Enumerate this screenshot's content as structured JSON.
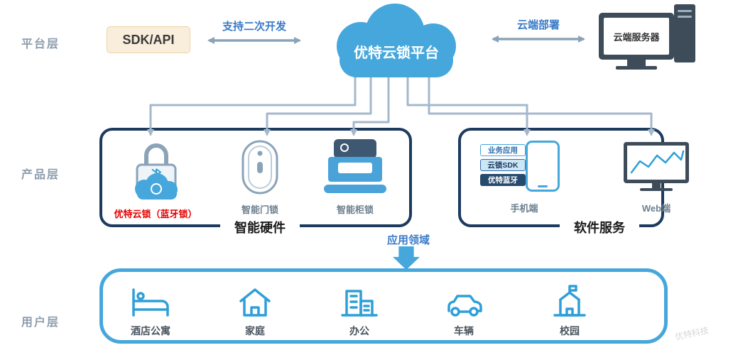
{
  "layers": {
    "platform": "平台层",
    "product": "产品层",
    "user": "用户层"
  },
  "top": {
    "sdk_label": "SDK/API",
    "left_link_label": "支持二次开发",
    "cloud_label": "优特云锁平台",
    "right_link_label": "云端部署",
    "server_label": "云端服务器"
  },
  "hardware": {
    "title": "智能硬件",
    "devices": [
      {
        "icon": "cloud-lock-icon",
        "label": "优特云锁（蓝牙锁）",
        "label_color": "#e60000"
      },
      {
        "icon": "smart-door-lock-icon",
        "label": "智能门锁"
      },
      {
        "icon": "smart-cabinet-lock-icon",
        "label": "智能柜锁"
      }
    ]
  },
  "software": {
    "title": "软件服务",
    "phone_stack": [
      {
        "label": "业务应用"
      },
      {
        "label": "云锁SDK"
      },
      {
        "label": "优特蓝牙"
      }
    ],
    "phone_label": "手机端",
    "web_label": "Web端"
  },
  "flow": {
    "arrow_label": "应用领域"
  },
  "users": {
    "items": [
      {
        "icon": "hotel-bed-icon",
        "label": "酒店公寓"
      },
      {
        "icon": "home-icon",
        "label": "家庭"
      },
      {
        "icon": "office-icon",
        "label": "办公"
      },
      {
        "icon": "car-icon",
        "label": "车辆"
      },
      {
        "icon": "campus-icon",
        "label": "校园"
      }
    ]
  },
  "watermark": "优特科技",
  "colors": {
    "accent_blue": "#45a7dc",
    "icon_blue": "#2f9fd8",
    "navy_border": "#1d3a5f",
    "connector_gray": "#a4b8cc",
    "layer_label_gray": "#8d9dad",
    "alert_red": "#e60000",
    "sdk_box_bg": "#f9eedb"
  }
}
